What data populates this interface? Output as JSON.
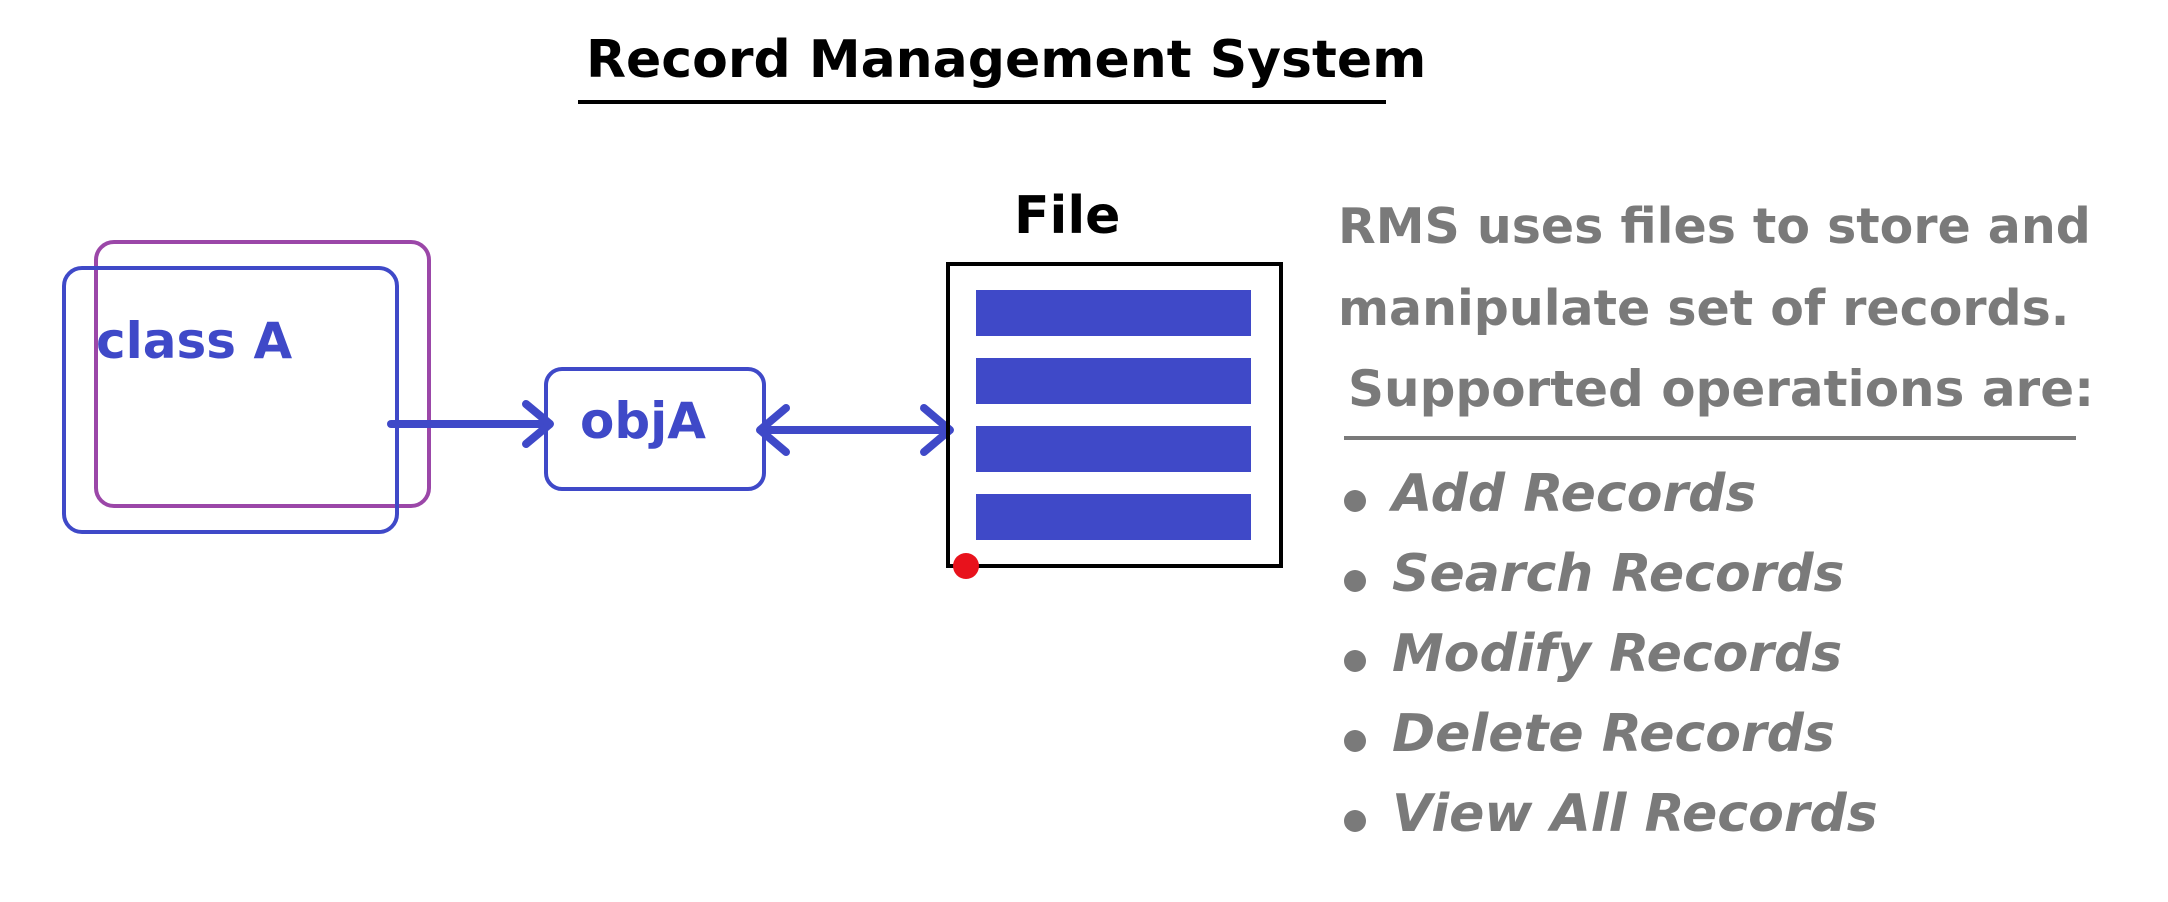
{
  "title": "Record Management System",
  "class_label": "class A",
  "object_label": "objA",
  "file_label": "File",
  "description": {
    "line1": "RMS uses files to store and",
    "line2": "manipulate set of records."
  },
  "operations_heading": "Supported operations are:",
  "operations": [
    "Add Records",
    "Search Records",
    "Modify Records",
    "Delete Records",
    "View All Records"
  ],
  "colors": {
    "class_box_front": "#3f49c8",
    "class_box_back": "#9b47a8",
    "object_box": "#3f49c8",
    "arrows": "#3f49c8",
    "file_records": "#3f49c8",
    "file_border": "#000000",
    "marker_dot": "#e8121c",
    "side_text": "#7a7a7a"
  }
}
